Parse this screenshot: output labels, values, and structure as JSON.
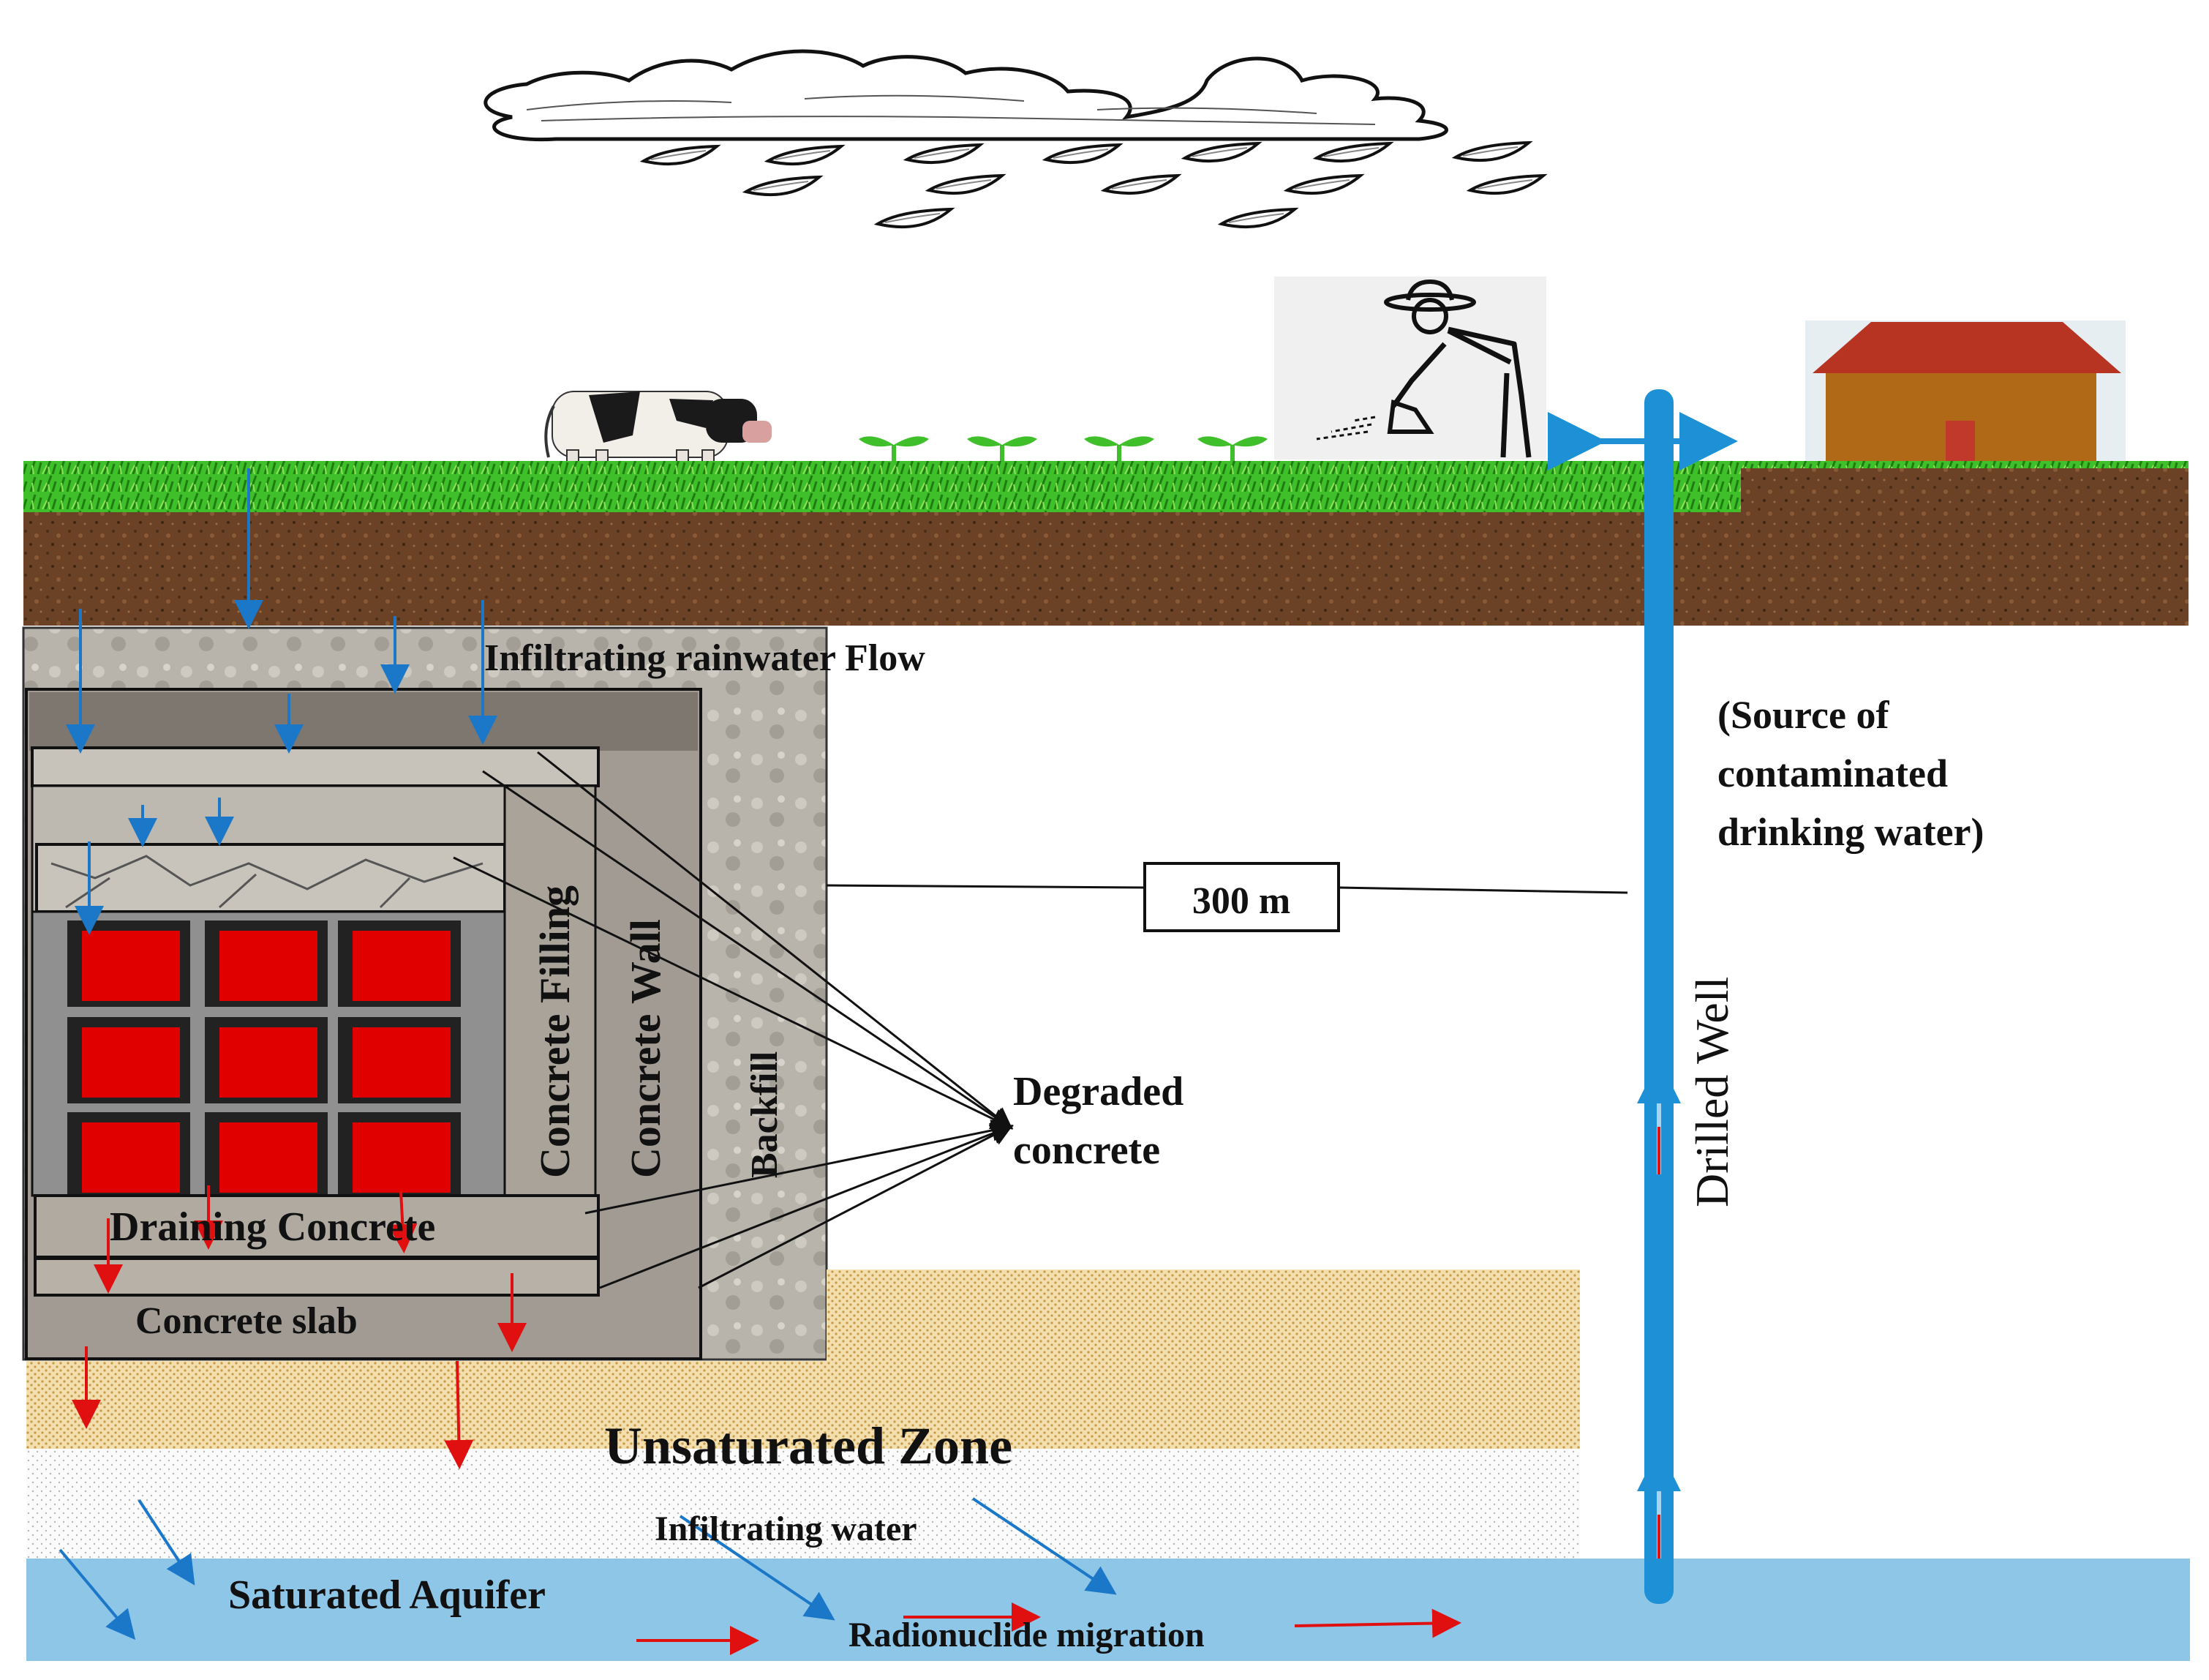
{
  "labels": {
    "infiltrating_flow": "Infiltrating rainwater Flow",
    "source_line1": "(Source of",
    "source_line2": "contaminated",
    "source_line3": "drinking water)",
    "distance": "300 m",
    "concrete_filling": "Concrete Filling",
    "concrete_wall": "Concrete Wall",
    "backfill": "Backfill",
    "degraded_line1": "Degraded",
    "degraded_line2": "concrete",
    "drilled_well": "Drilled Well",
    "draining_concrete": "Draining Concrete",
    "concrete_slab": "Concrete slab",
    "unsaturated_zone": "Unsaturated Zone",
    "infiltrating_water": "Infiltrating water",
    "saturated_aquifer": "Saturated Aquifer",
    "radionuclide_migration": "Radionuclide migration"
  },
  "colors": {
    "grass": "#3fbf2a",
    "soil": "#6b4226",
    "aquifer": "#8ec6e8",
    "well": "#1e90d6",
    "waste": "#e00000",
    "water_arrow": "#1b78c8",
    "contaminant_arrow": "#e01010",
    "unsaturated": "#e8c98a",
    "roof": "#c0392b",
    "house_wall": "#b5651d"
  },
  "icons": [
    "cloud-icon",
    "raindrop-icon",
    "cow-icon",
    "seedling-icon",
    "farmer-icon",
    "house-icon"
  ]
}
